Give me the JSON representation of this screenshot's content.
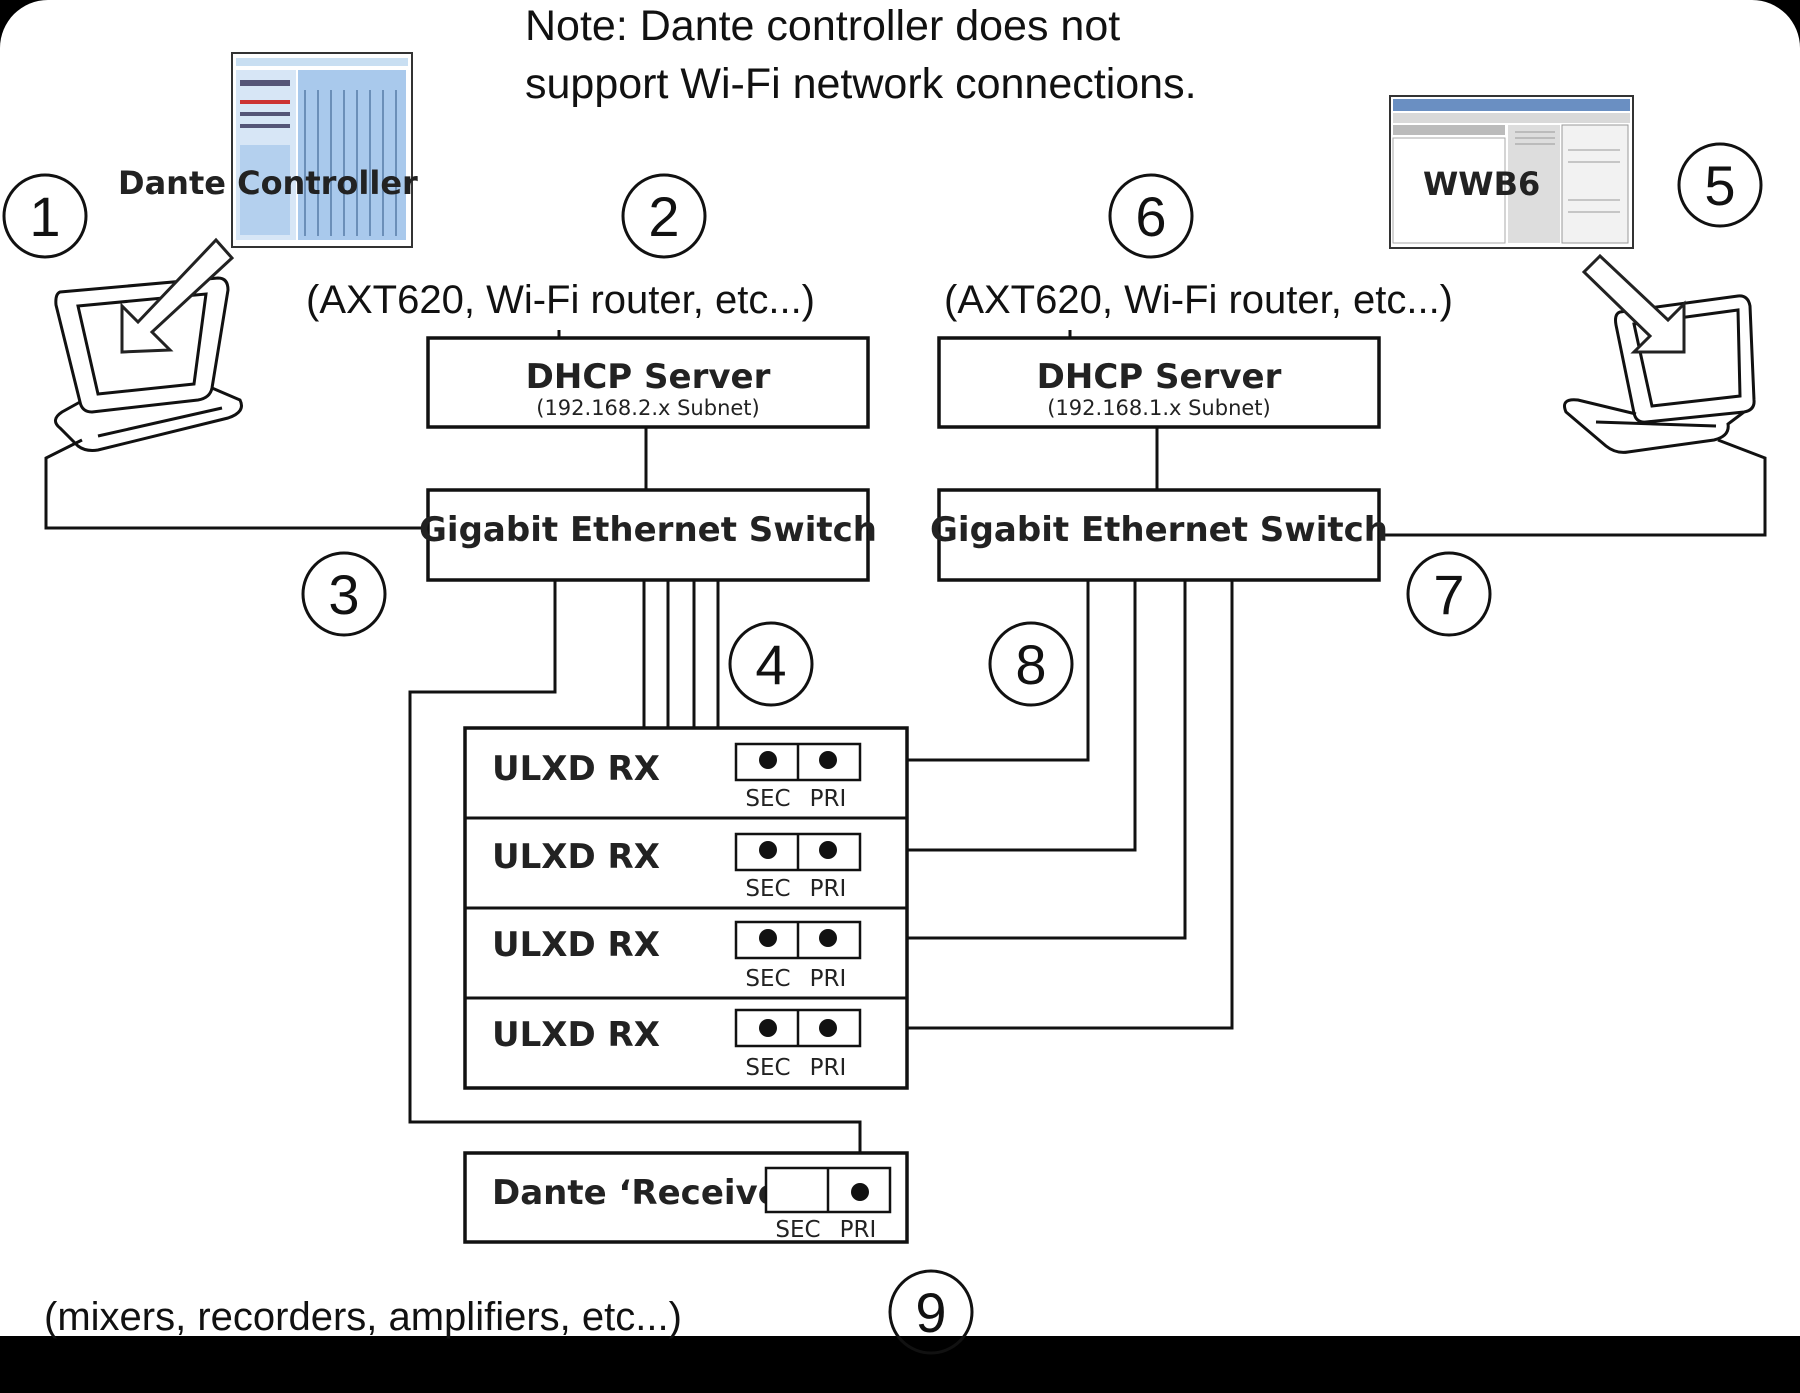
{
  "note": {
    "line1": "Note: Dante controller does not",
    "line2": "support Wi-Fi network connections."
  },
  "callouts": [
    "1",
    "2",
    "3",
    "4",
    "5",
    "6",
    "7",
    "8",
    "9"
  ],
  "apps": {
    "left": "Dante Controller",
    "right": "WWB6"
  },
  "dhcp_left": {
    "examples": "(AXT620, Wi-Fi router, etc...)",
    "title": "DHCP Server",
    "subnet": "(192.168.2.x Subnet)"
  },
  "dhcp_right": {
    "examples": "(AXT620, Wi-Fi router, etc...)",
    "title": "DHCP Server",
    "subnet": "(192.168.1.x Subnet)"
  },
  "switch_left": {
    "title": "Gigabit Ethernet Switch"
  },
  "switch_right": {
    "title": "Gigabit Ethernet Switch"
  },
  "receivers": [
    {
      "label": "ULXD RX",
      "sec": "SEC",
      "pri": "PRI"
    },
    {
      "label": "ULXD RX",
      "sec": "SEC",
      "pri": "PRI"
    },
    {
      "label": "ULXD RX",
      "sec": "SEC",
      "pri": "PRI"
    },
    {
      "label": "ULXD RX",
      "sec": "SEC",
      "pri": "PRI"
    }
  ],
  "dante_receiver": {
    "label": "Dante ‘Receiver’",
    "sec": "SEC",
    "pri": "PRI"
  },
  "footer": {
    "devices": "(mixers, recorders, amplifiers, etc...)"
  },
  "colors": {
    "background": "#ffffff",
    "frame": "#000000",
    "line": "#111111"
  }
}
